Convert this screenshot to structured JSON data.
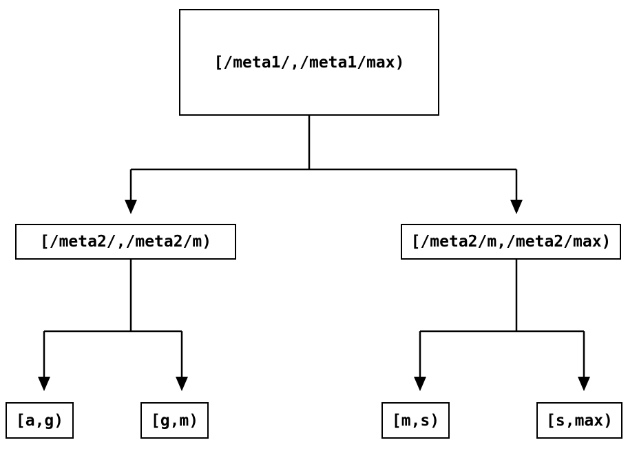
{
  "diagram": {
    "type": "tree",
    "background_color": "#ffffff",
    "line_color": "#000000",
    "text_color": "#000000",
    "nodes": {
      "root": {
        "label": "[/meta1/,/meta1/max)"
      },
      "meta2_left": {
        "label": "[/meta2/,/meta2/m)"
      },
      "meta2_right": {
        "label": "[/meta2/m,/meta2/max)"
      },
      "leaf_ag": {
        "label": "[a,g)"
      },
      "leaf_gm": {
        "label": "[g,m)"
      },
      "leaf_ms": {
        "label": "[m,s)"
      },
      "leaf_smax": {
        "label": "[s,max)"
      }
    },
    "edges": [
      {
        "from": "root",
        "to": "meta2_left"
      },
      {
        "from": "root",
        "to": "meta2_right"
      },
      {
        "from": "meta2_left",
        "to": "leaf_ag"
      },
      {
        "from": "meta2_left",
        "to": "leaf_gm"
      },
      {
        "from": "meta2_right",
        "to": "leaf_ms"
      },
      {
        "from": "meta2_right",
        "to": "leaf_smax"
      }
    ]
  }
}
